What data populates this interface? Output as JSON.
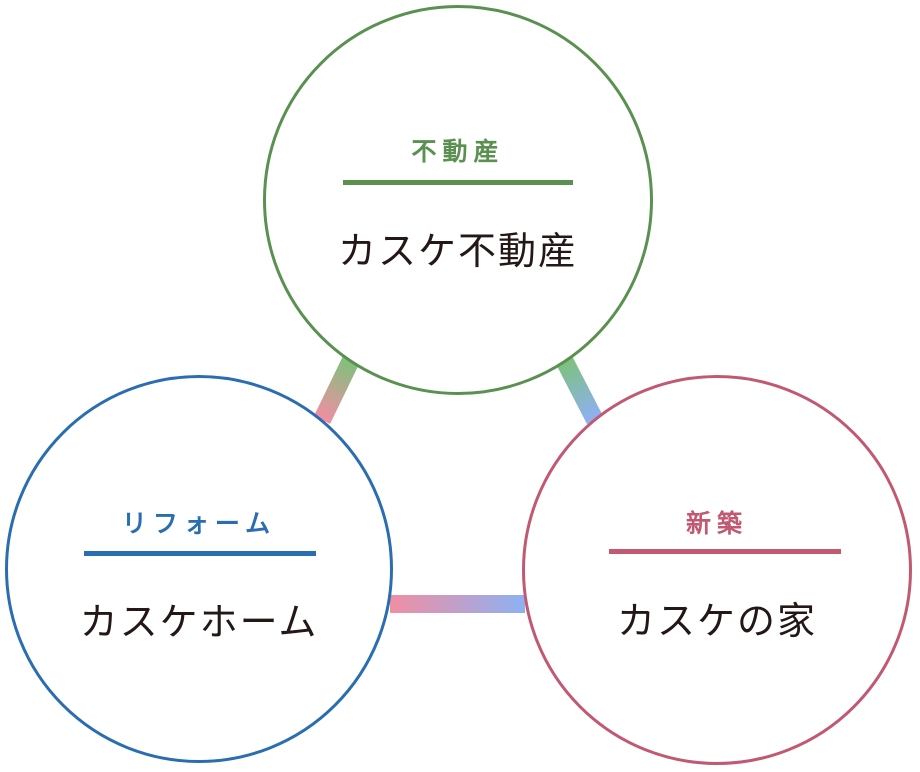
{
  "nodes": [
    {
      "id": "real-estate",
      "category": "不動産",
      "brand": "カスケ不動産",
      "color": "#5a9150"
    },
    {
      "id": "reform",
      "category": "リフォーム",
      "brand": "カスケホーム",
      "color": "#2a6db0"
    },
    {
      "id": "new-build",
      "category": "新築",
      "brand": "カスケの家",
      "color": "#c15972"
    }
  ],
  "connectors": [
    {
      "from": "real-estate",
      "to": "reform",
      "colors": [
        "#7dc27a",
        "#ef8fa3"
      ]
    },
    {
      "from": "real-estate",
      "to": "new-build",
      "colors": [
        "#7dc27a",
        "#8fb0f2"
      ]
    },
    {
      "from": "reform",
      "to": "new-build",
      "colors": [
        "#ef8fa3",
        "#8fb0f2"
      ]
    }
  ]
}
